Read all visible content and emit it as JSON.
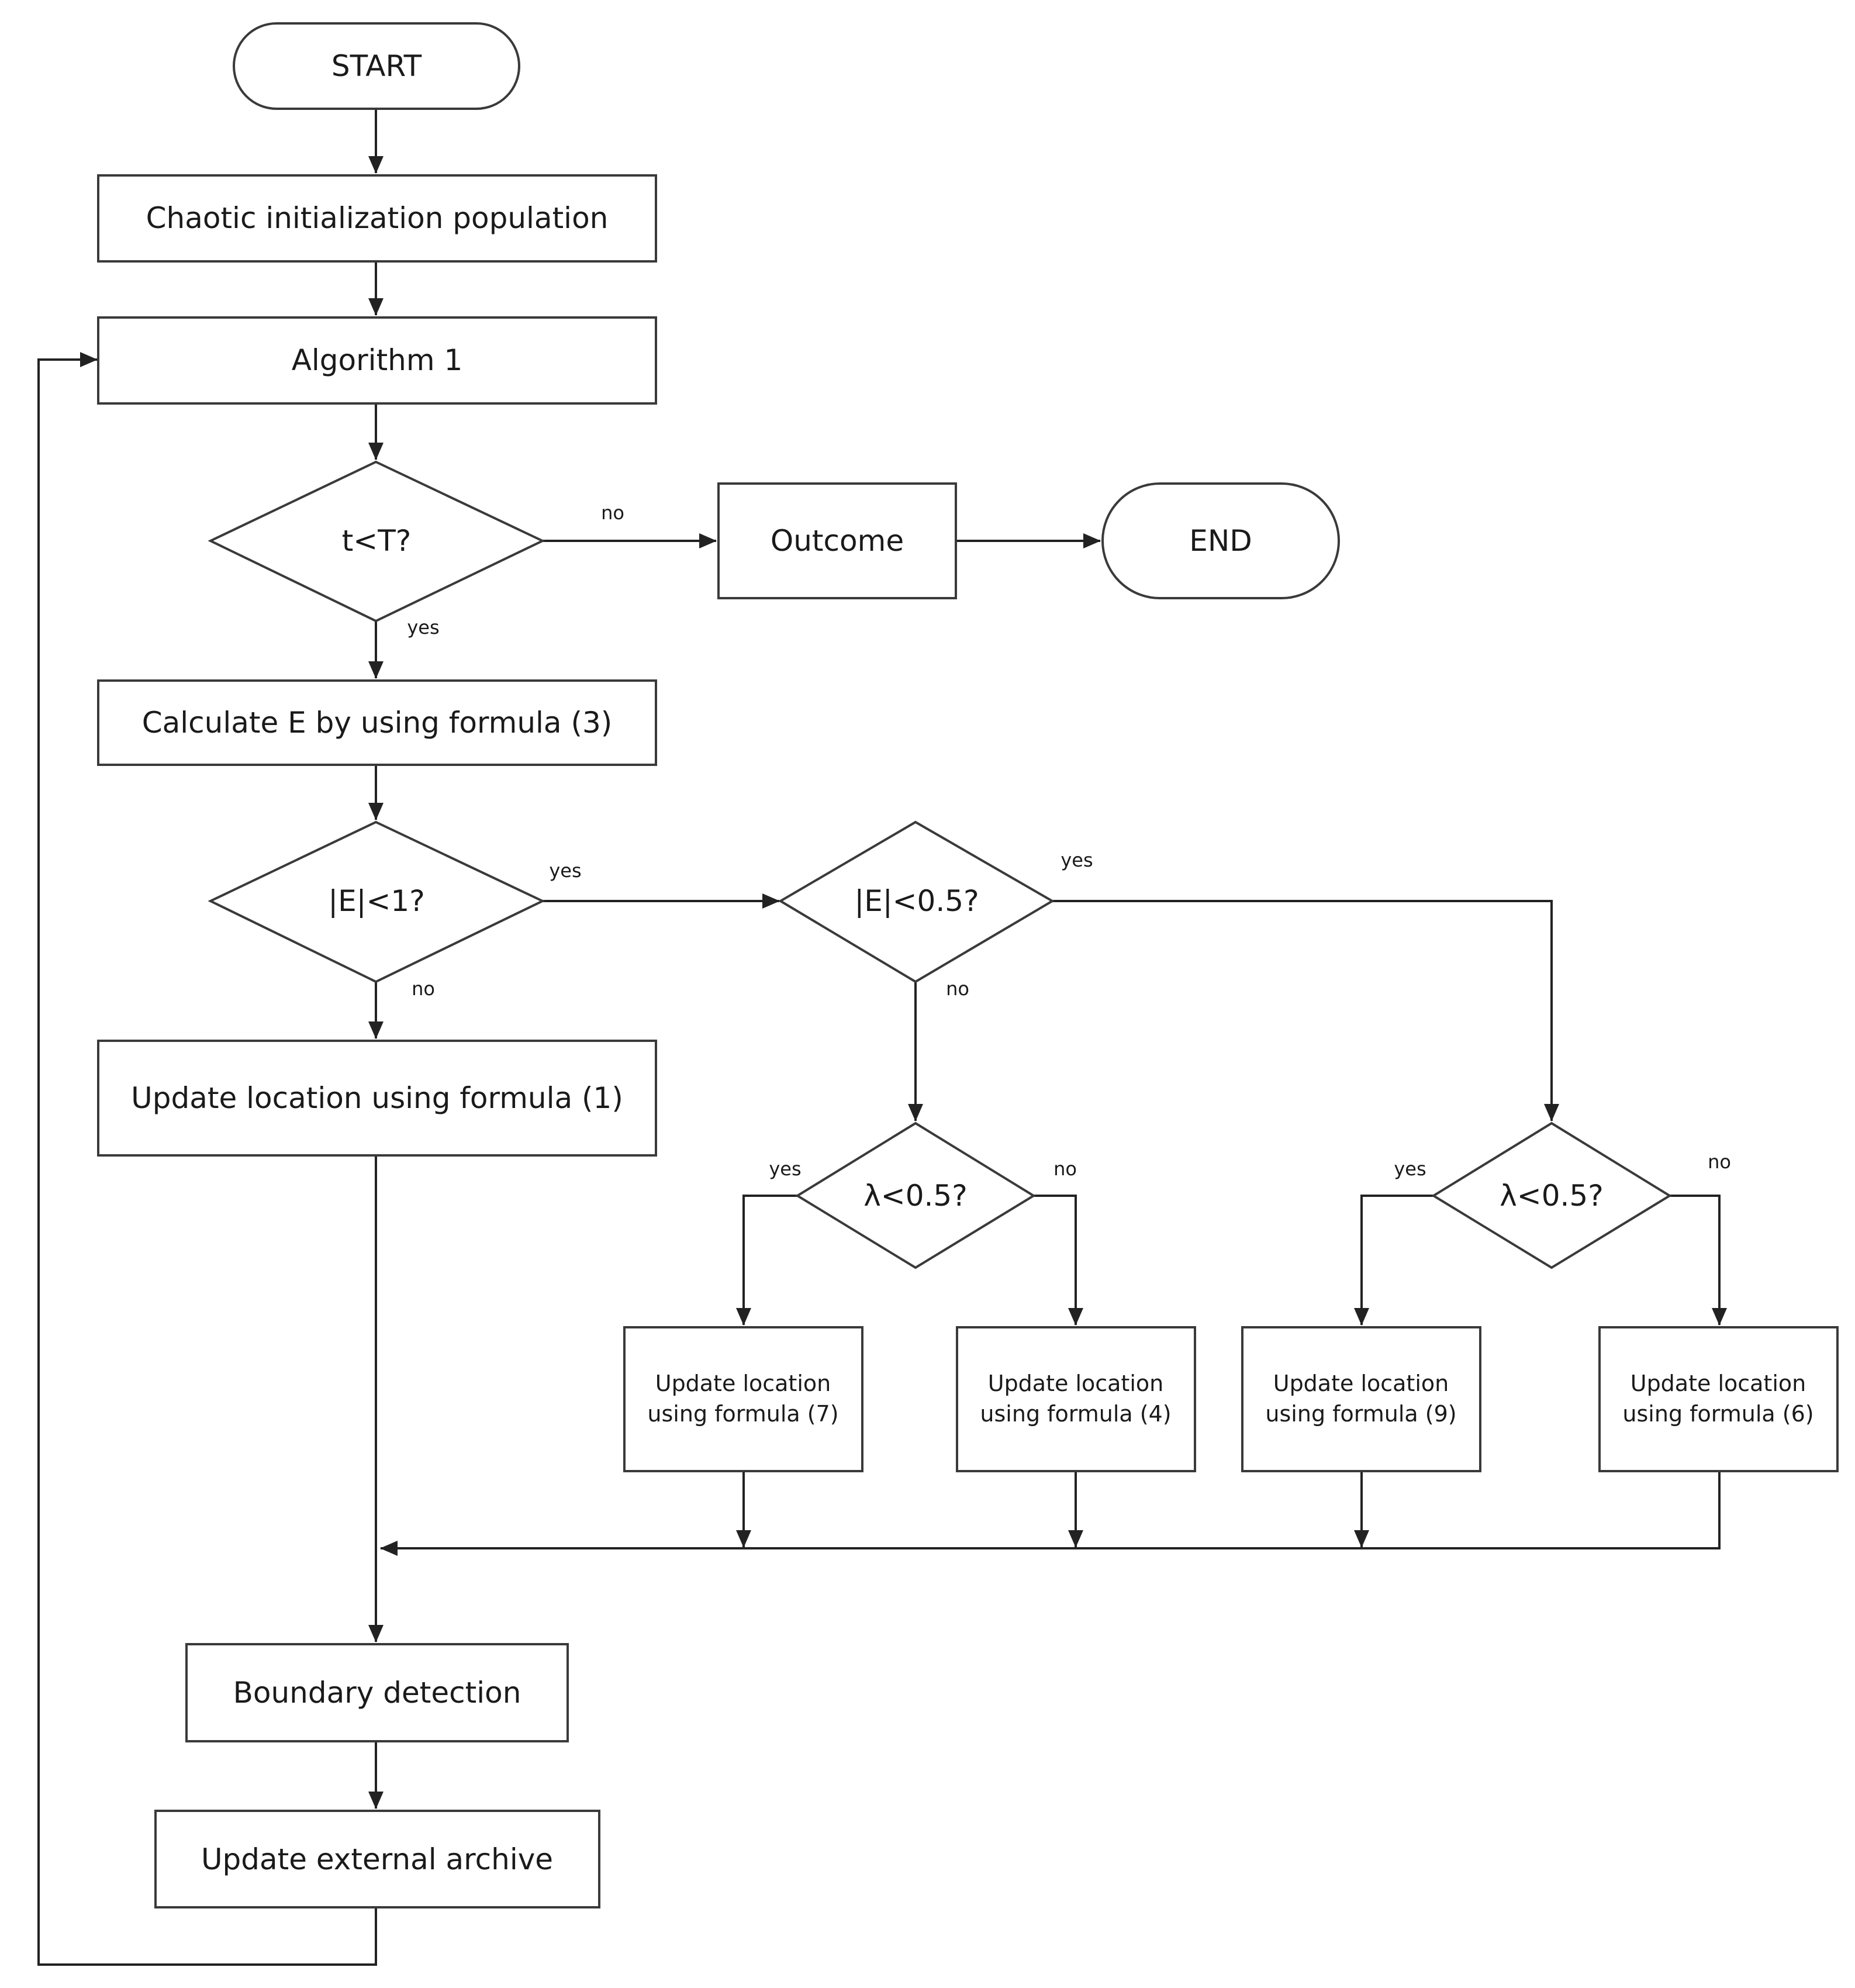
{
  "nodes": {
    "start": "START",
    "chaotic_init": "Chaotic initialization population",
    "algorithm1": "Algorithm 1",
    "t_lt_T": "t<T?",
    "outcome": "Outcome",
    "end": "END",
    "calc_e": "Calculate E by using formula (3)",
    "abs_e_lt_1": "|E|<1?",
    "abs_e_lt_05": "|E|<0.5?",
    "update_formula_1": "Update location using formula (1)",
    "lambda_left": "λ<0.5?",
    "lambda_right": "λ<0.5?",
    "update_formula_7": [
      "Update location",
      "using formula (7)"
    ],
    "update_formula_4": [
      "Update location",
      "using formula (4)"
    ],
    "update_formula_9": [
      "Update location",
      "using formula (9)"
    ],
    "update_formula_6": [
      "Update location",
      "using formula (6)"
    ],
    "boundary": "Boundary detection",
    "archive": "Update external archive"
  },
  "edge_labels": {
    "t_no": "no",
    "t_yes": "yes",
    "e1_yes": "yes",
    "e1_no": "no",
    "e05_yes": "yes",
    "e05_no": "no",
    "lambda_left_yes": "yes",
    "lambda_left_no": "no",
    "lambda_right_yes": "yes",
    "lambda_right_no": "no"
  }
}
